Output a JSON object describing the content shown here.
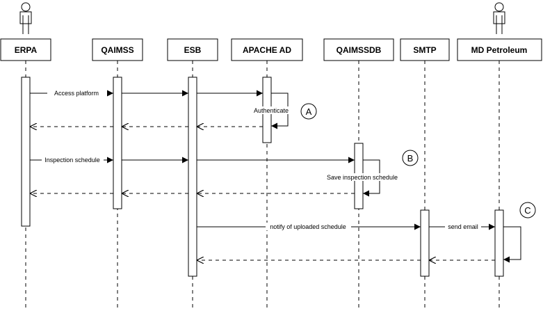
{
  "participants": {
    "erpa": "ERPA",
    "qaimss": "QAIMSS",
    "esb": "ESB",
    "apache_ad": "APACHE AD",
    "qaimssdb": "QAIMSSDB",
    "smtp": "SMTP",
    "md_petroleum": "MD Petroleum"
  },
  "messages": {
    "access_platform": "Access platform",
    "authenticate": "Authenticate",
    "inspection_schedule": "Inspection schedule",
    "save_inspection_schedule": "Save inspection schedule",
    "notify_uploaded_schedule": "notify of uploaded schedule",
    "send_email": "send email"
  },
  "markers": {
    "a": "A",
    "b": "B",
    "c": "C"
  }
}
